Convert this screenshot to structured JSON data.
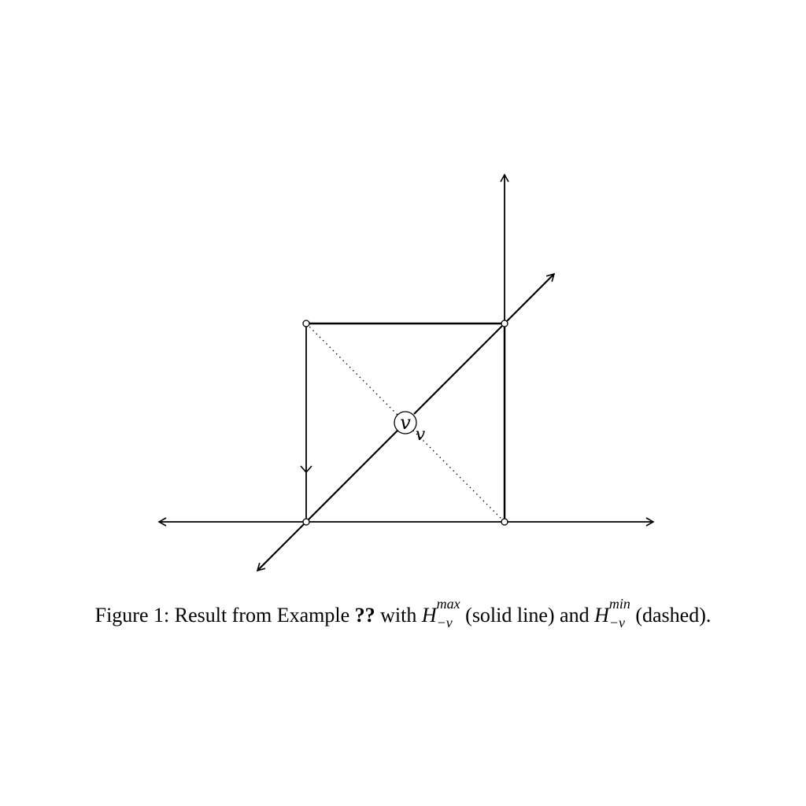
{
  "vertex_label": "v",
  "vertex_sublabel": "v",
  "caption": {
    "prefix": "Figure 1: Result from Example ",
    "ref": "??",
    "with_text": " with ",
    "h_base_1": "H",
    "h_sup_1": "max",
    "h_sub_1": "−v",
    "solid_text": " (solid line) and ",
    "h_base_2": "H",
    "h_sup_2": "min",
    "h_sub_2": "−v",
    "dashed_text": " (dashed)."
  }
}
